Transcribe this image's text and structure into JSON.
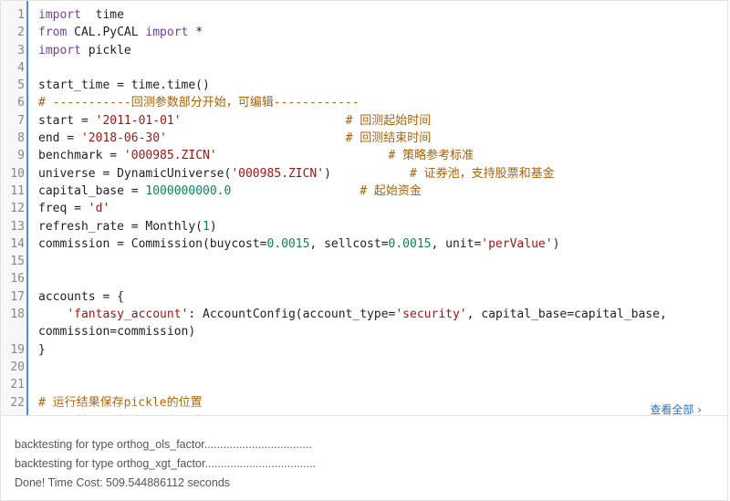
{
  "editor": {
    "lines": [
      {
        "n": "1",
        "parts": [
          [
            "kw",
            "import"
          ],
          [
            "",
            "  time"
          ]
        ]
      },
      {
        "n": "2",
        "parts": [
          [
            "kw",
            "from"
          ],
          [
            "",
            " CAL.PyCAL "
          ],
          [
            "kw",
            "import"
          ],
          [
            "",
            " *"
          ]
        ]
      },
      {
        "n": "3",
        "parts": [
          [
            "kw",
            "import"
          ],
          [
            "",
            " pickle"
          ]
        ]
      },
      {
        "n": "4",
        "parts": []
      },
      {
        "n": "5",
        "parts": [
          [
            "",
            "start_time = time.time()"
          ]
        ]
      },
      {
        "n": "6",
        "parts": [
          [
            "com",
            "# -----------回测参数部分开始，可编辑------------"
          ]
        ]
      },
      {
        "n": "7",
        "parts": [
          [
            "",
            "start = "
          ],
          [
            "str",
            "'2011-01-01'"
          ],
          [
            "",
            "                       "
          ],
          [
            "com",
            "# 回测起始时间"
          ]
        ]
      },
      {
        "n": "8",
        "parts": [
          [
            "",
            "end = "
          ],
          [
            "str",
            "'2018-06-30'"
          ],
          [
            "",
            "                         "
          ],
          [
            "com",
            "# 回测结束时间"
          ]
        ]
      },
      {
        "n": "9",
        "parts": [
          [
            "",
            "benchmark = "
          ],
          [
            "str",
            "'000985.ZICN'"
          ],
          [
            "",
            "                        "
          ],
          [
            "com",
            "# 策略参考标准"
          ]
        ]
      },
      {
        "n": "10",
        "parts": [
          [
            "",
            "universe = DynamicUniverse("
          ],
          [
            "str",
            "'000985.ZICN'"
          ],
          [
            "",
            ")           "
          ],
          [
            "com",
            "# 证券池，支持股票和基金"
          ]
        ]
      },
      {
        "n": "11",
        "parts": [
          [
            "",
            "capital_base = "
          ],
          [
            "num",
            "1000000000.0"
          ],
          [
            "",
            "                  "
          ],
          [
            "com",
            "# 起始资金"
          ]
        ]
      },
      {
        "n": "12",
        "parts": [
          [
            "",
            "freq = "
          ],
          [
            "str",
            "'d'"
          ]
        ]
      },
      {
        "n": "13",
        "parts": [
          [
            "",
            "refresh_rate = Monthly("
          ],
          [
            "num",
            "1"
          ],
          [
            "",
            ")"
          ]
        ]
      },
      {
        "n": "14",
        "parts": [
          [
            "",
            "commission = Commission(buycost="
          ],
          [
            "num",
            "0.0015"
          ],
          [
            "",
            ", sellcost="
          ],
          [
            "num",
            "0.0015"
          ],
          [
            "",
            ", unit="
          ],
          [
            "str",
            "'perValue'"
          ],
          [
            "",
            ")"
          ]
        ]
      },
      {
        "n": "15",
        "parts": []
      },
      {
        "n": "16",
        "parts": []
      },
      {
        "n": "17",
        "parts": [
          [
            "",
            "accounts = {"
          ]
        ]
      },
      {
        "n": "18",
        "parts": [
          [
            "",
            "    "
          ],
          [
            "str",
            "'fantasy_account'"
          ],
          [
            "",
            ": AccountConfig(account_type="
          ],
          [
            "str",
            "'security'"
          ],
          [
            "",
            ", capital_base=capital_base,"
          ]
        ]
      },
      {
        "n": "",
        "parts": [
          [
            "",
            "commission=commission)"
          ]
        ]
      },
      {
        "n": "19",
        "parts": [
          [
            "",
            "}"
          ]
        ]
      },
      {
        "n": "20",
        "parts": []
      },
      {
        "n": "21",
        "parts": []
      },
      {
        "n": "22",
        "parts": [
          [
            "com",
            "# 运行结果保存pickle的位置"
          ]
        ]
      },
      {
        "n": "",
        "parts": [
          [
            "",
            "save_dir = "
          ],
          [
            "str",
            "\"./raw_data\""
          ]
        ]
      }
    ],
    "view_all_label": "查看全部 ›"
  },
  "output": {
    "lines": [
      "backtesting for type orthog_ols_factor..................................",
      "backtesting for type orthog_xgt_factor...................................",
      "Done! Time Cost: 509.544886112 seconds"
    ]
  },
  "colors": {
    "keyword": "#7a3e9d",
    "string": "#a31515",
    "number": "#098658",
    "comment": "#b06000",
    "gutter_border": "#4a90e2",
    "link": "#2f6fc1"
  }
}
